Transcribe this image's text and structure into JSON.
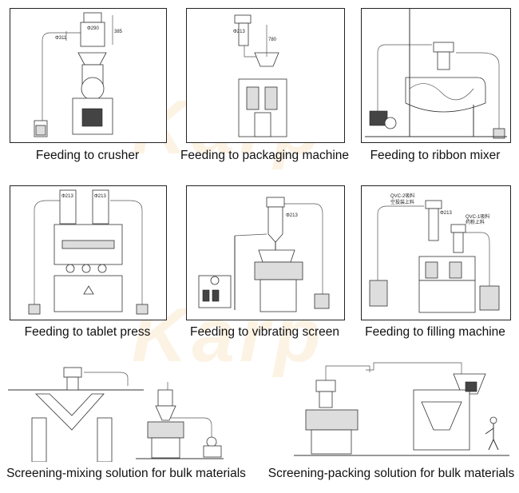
{
  "watermark": "Karp",
  "panels": [
    {
      "caption": "Feeding to crusher",
      "dims": [
        "Φ290",
        "Φ311",
        "385"
      ]
    },
    {
      "caption": "Feeding to packaging machine",
      "dims": [
        "Φ213",
        "780"
      ]
    },
    {
      "caption": "Feeding to ribbon mixer"
    },
    {
      "caption": "Feeding to tablet press",
      "dims": [
        "Φ213",
        "Φ213"
      ]
    },
    {
      "caption": "Feeding to vibrating screen",
      "dims": [
        "Φ213"
      ]
    },
    {
      "caption": "Feeding to filling machine",
      "labels": [
        "QVC-2吸料",
        "空投装上料",
        "Φ213",
        "QVC-1吸料",
        "药粉上料"
      ]
    },
    {
      "caption": "Screening-mixing solution for bulk materials"
    },
    {
      "caption": "Screening-packing solution for bulk materials"
    }
  ]
}
